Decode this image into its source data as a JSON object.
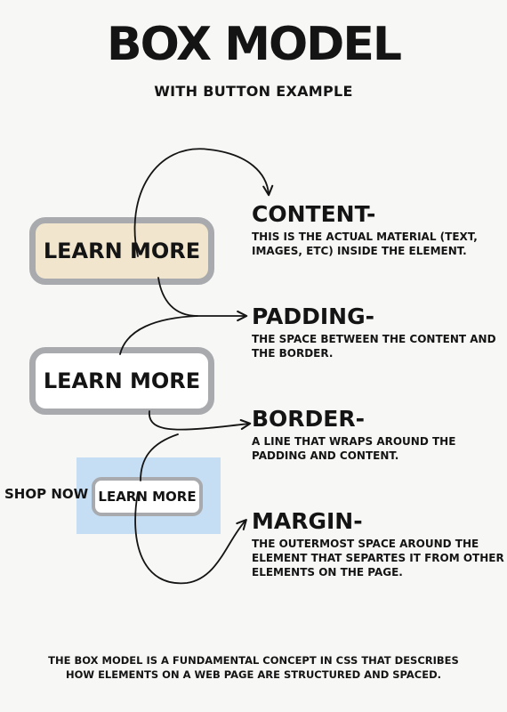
{
  "title": "BOX MODEL",
  "subtitle": "WITH BUTTON EXAMPLE",
  "buttons": {
    "content_example": "LEARN MORE",
    "padding_example": "LEARN MORE",
    "margin_example": "LEARN MORE"
  },
  "neighbor_label": "SHOP NOW",
  "labels": [
    {
      "heading": "CONTENT-",
      "description": "THIS IS THE ACTUAL MATERIAL (TEXT, IMAGES, ETC) INSIDE THE ELEMENT."
    },
    {
      "heading": "PADDING-",
      "description": "THE SPACE BETWEEN THE CONTENT AND THE BORDER."
    },
    {
      "heading": "BORDER-",
      "description": "A LINE THAT WRAPS AROUND THE PADDING AND CONTENT."
    },
    {
      "heading": "MARGIN-",
      "description": "THE OUTERMOST SPACE AROUND THE ELEMENT THAT SEPARTES IT FROM OTHER ELEMENTS ON THE PAGE."
    }
  ],
  "footer": {
    "line1": "THE BOX MODEL IS A FUNDAMENTAL CONCEPT IN CSS THAT DESCRIBES",
    "line2": "HOW ELEMENTS ON A WEB PAGE ARE STRUCTURED AND SPACED."
  },
  "colors": {
    "content_fill": "#f1e6cd",
    "border_gray": "#a8aaad",
    "margin_fill": "#c6def4",
    "ink": "#141414"
  }
}
